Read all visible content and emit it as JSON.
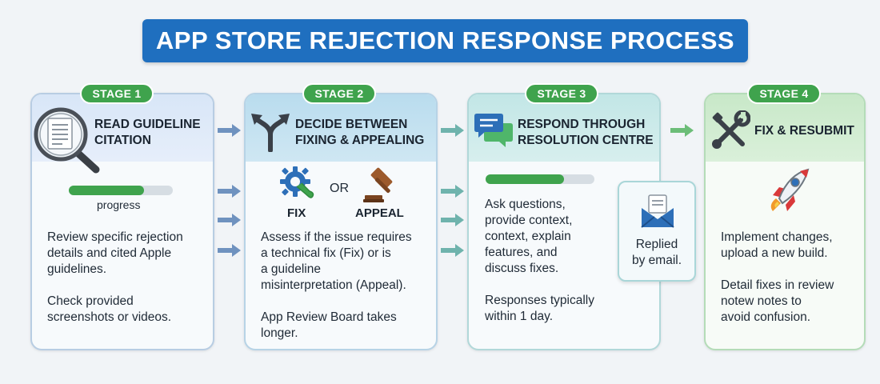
{
  "title": "APP STORE REJECTION RESPONSE PROCESS",
  "stages": [
    {
      "badge": "STAGE 1",
      "title_lines": [
        "READ GUIDELINE",
        "CITATION"
      ],
      "icon": "magnifier-document-icon",
      "progress_label": "progress",
      "progress": 0.72,
      "body": [
        "Review specific rejection",
        "details and cited Apple",
        "guidelines.",
        "",
        "Check provided",
        "screenshots or videos."
      ]
    },
    {
      "badge": "STAGE 2",
      "title_lines": [
        "DECIDE BETWEEN",
        "FIXING & APPEALING"
      ],
      "icon": "fork-arrow-icon",
      "options": {
        "fix": "FIX",
        "or": "OR",
        "appeal": "APPEAL"
      },
      "body": [
        "Assess if the issue requires",
        "a technical fix (Fix) or is",
        "a guideline",
        "misinterpretation (Appeal).",
        "",
        "App Review Board takes",
        "longer."
      ]
    },
    {
      "badge": "STAGE 3",
      "title_lines": [
        "RESPOND THROUGH",
        "RESOLUTION CENTRE"
      ],
      "icon": "chat-bubbles-icon",
      "progress": 0.72,
      "body": [
        "Ask questions,",
        "provide context,",
        "context, explain",
        "features, and",
        "discuss fixes.",
        "",
        "Responses typically",
        "within 1 day."
      ],
      "email_caption": [
        "Replied",
        "by email."
      ]
    },
    {
      "badge": "STAGE 4",
      "title_lines": [
        "FIX & RESUBMIT"
      ],
      "icon": "wrench-screwdriver-icon",
      "body": [
        "Implement changes,",
        "upload a new build.",
        "",
        "Detail fixes in review",
        "notew notes to",
        "avoid confusion."
      ]
    }
  ],
  "colors": {
    "banner": "#1f6fbf",
    "stage_badge": "#3fa34d",
    "arrow_blue": "#6f92bf",
    "arrow_teal": "#6fb3ad",
    "arrow_green": "#6cbd78"
  }
}
